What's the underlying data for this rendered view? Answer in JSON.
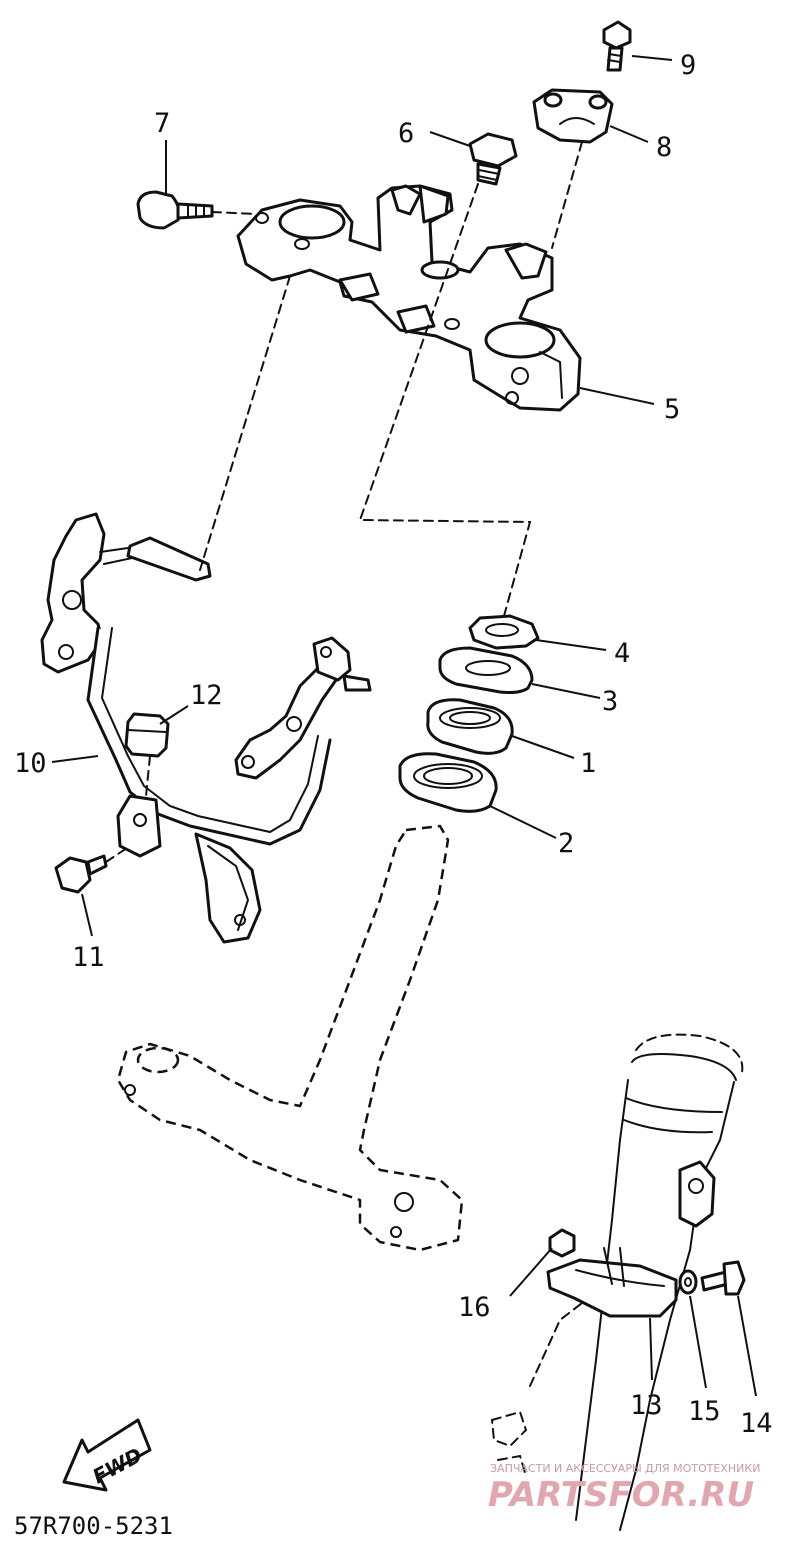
{
  "diagram": {
    "drawing_code": "57R700-5231",
    "fwd_label": "FWD",
    "watermark": {
      "tagline": "ЗАПЧАСТИ И АКСЕССУАРЫ ДЛЯ МОТОТЕХНИКИ",
      "brand": "PARTSFOR.RU"
    },
    "callouts": [
      {
        "id": "1",
        "label": "1"
      },
      {
        "id": "2",
        "label": "2"
      },
      {
        "id": "3",
        "label": "3"
      },
      {
        "id": "4",
        "label": "4"
      },
      {
        "id": "5",
        "label": "5"
      },
      {
        "id": "6",
        "label": "6"
      },
      {
        "id": "7",
        "label": "7"
      },
      {
        "id": "8",
        "label": "8"
      },
      {
        "id": "9",
        "label": "9"
      },
      {
        "id": "10",
        "label": "10"
      },
      {
        "id": "11",
        "label": "11"
      },
      {
        "id": "12",
        "label": "12"
      },
      {
        "id": "13",
        "label": "13"
      },
      {
        "id": "14",
        "label": "14"
      },
      {
        "id": "15",
        "label": "15"
      },
      {
        "id": "16",
        "label": "16"
      }
    ]
  }
}
